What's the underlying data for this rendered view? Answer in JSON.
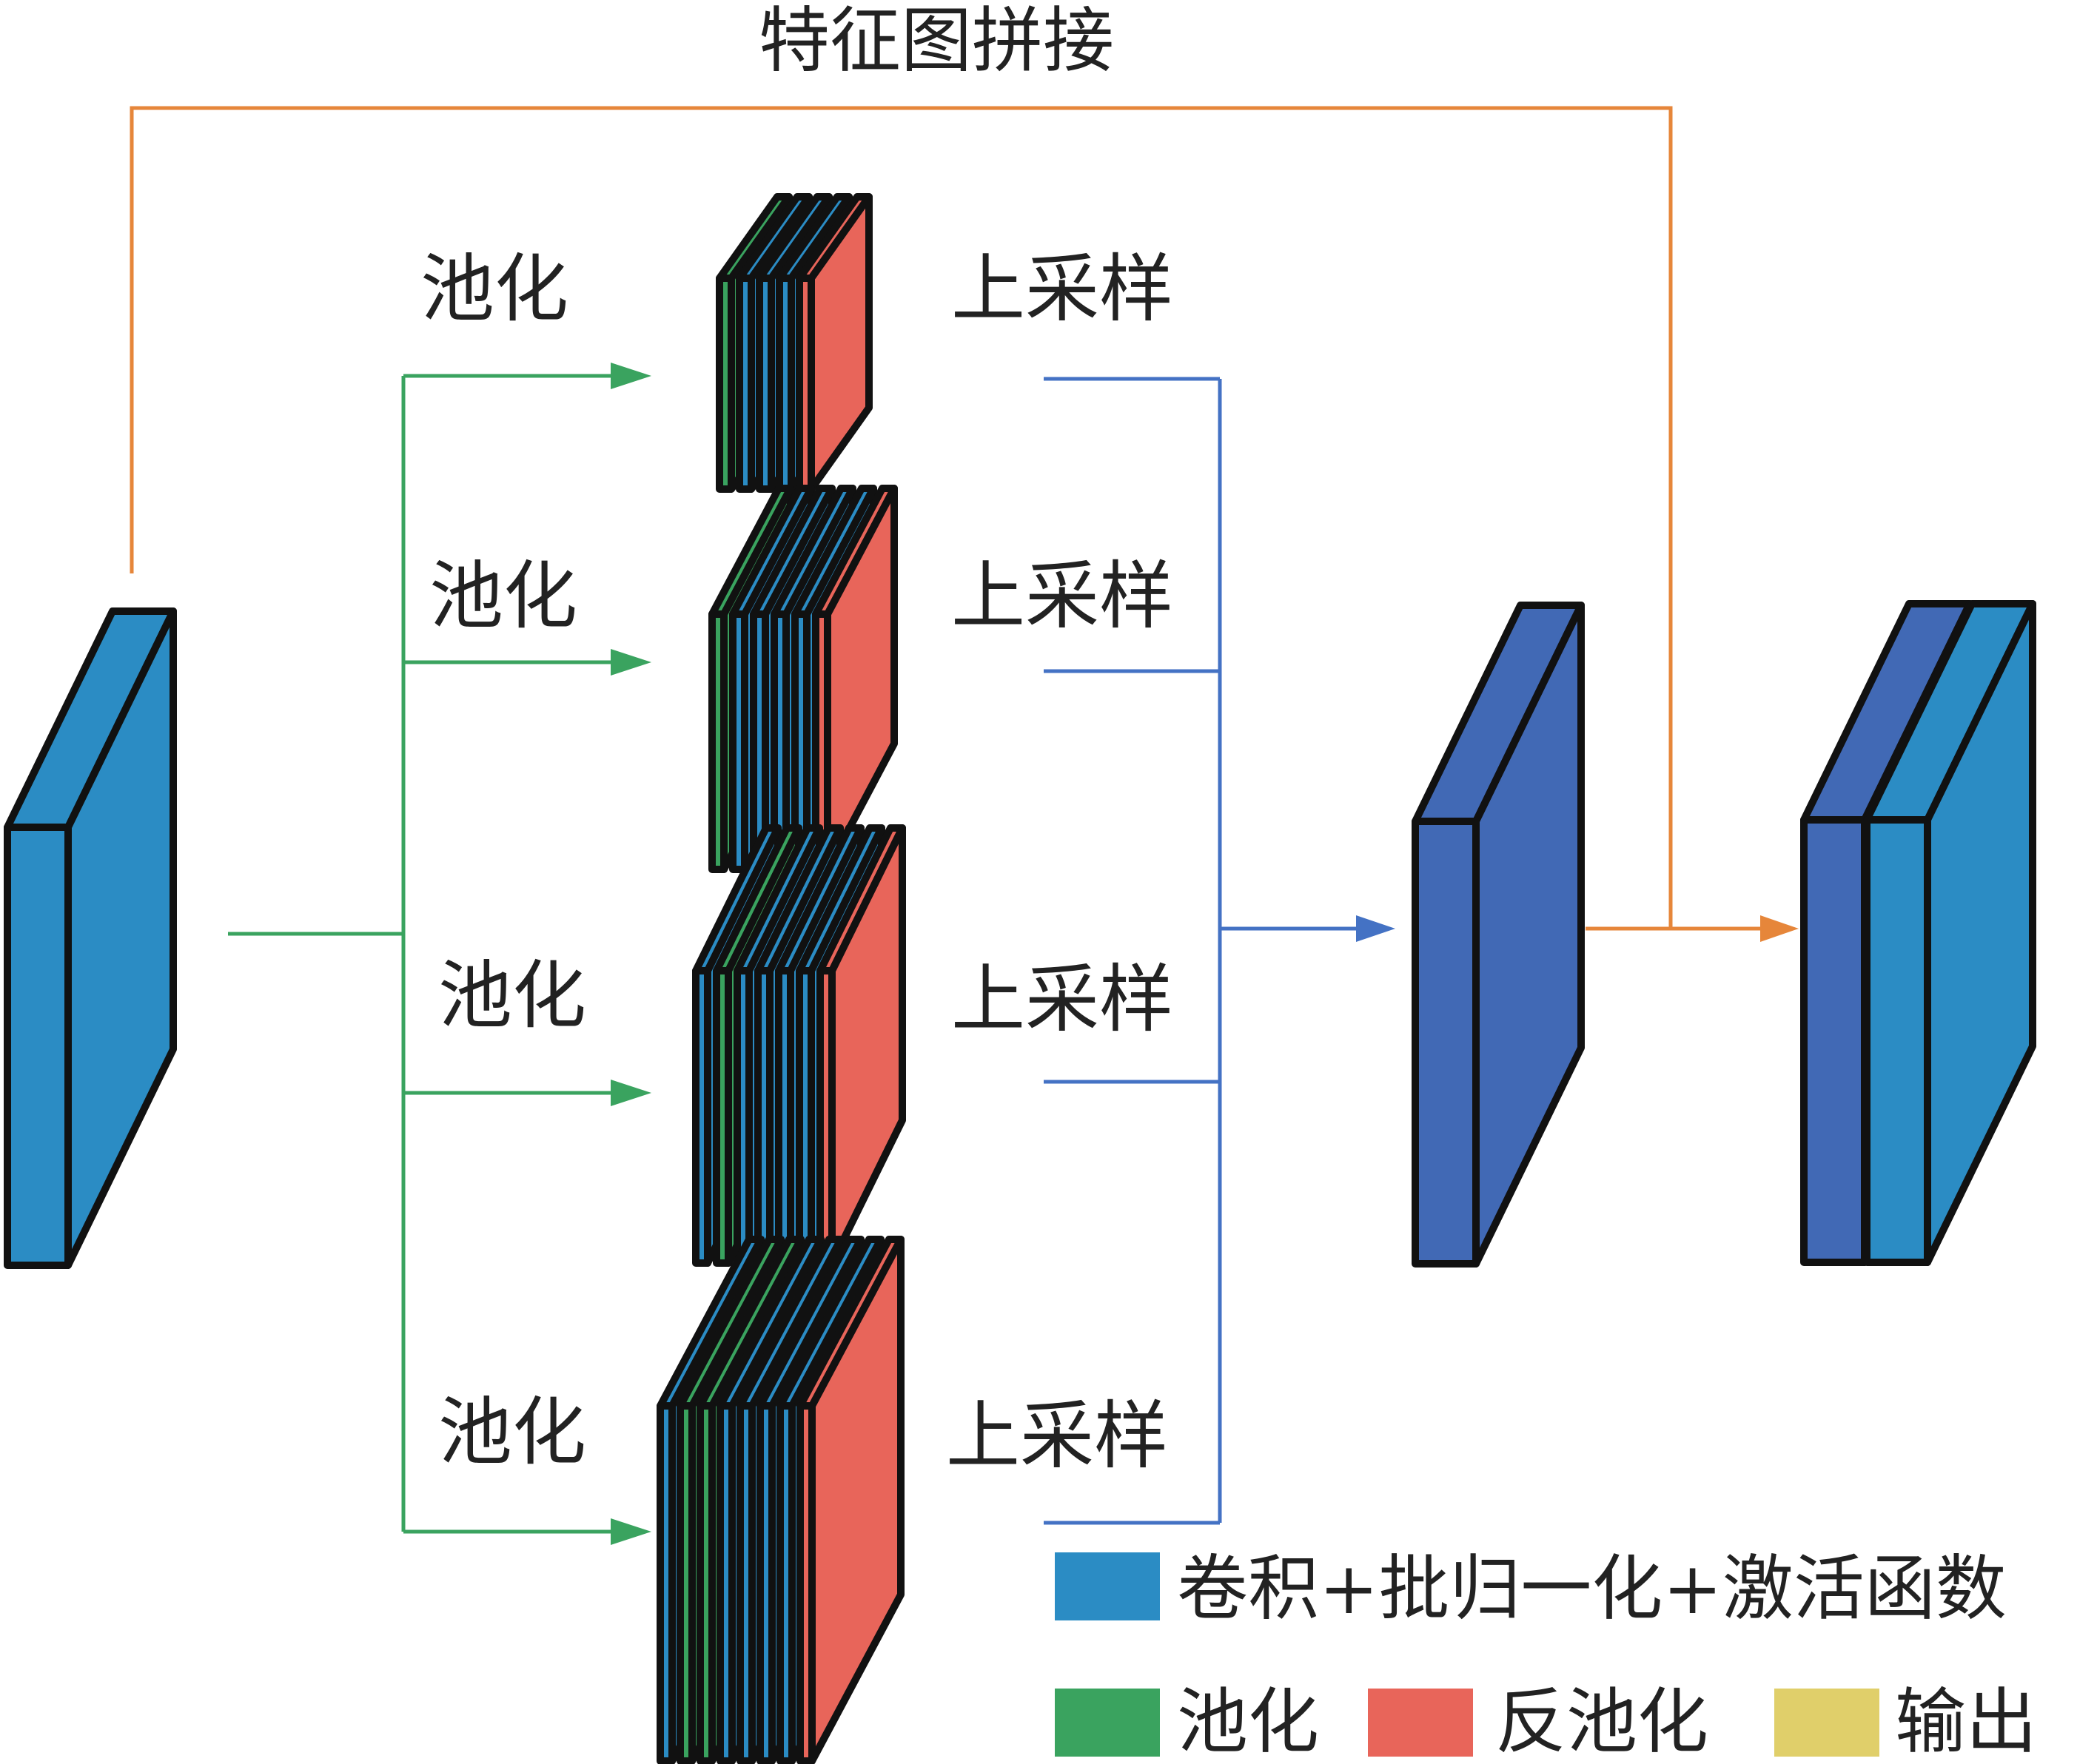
{
  "title": "特征图拼接",
  "branches": [
    {
      "pool_label": "池化",
      "upsample_label": "上采样",
      "layers": [
        "pool",
        "conv",
        "conv",
        "conv",
        "unpool"
      ]
    },
    {
      "pool_label": "池化",
      "upsample_label": "上采样",
      "layers": [
        "pool",
        "conv",
        "conv",
        "conv",
        "conv",
        "unpool"
      ]
    },
    {
      "pool_label": "池化",
      "upsample_label": "上采样",
      "layers": [
        "conv",
        "pool",
        "conv",
        "conv",
        "conv",
        "conv",
        "unpool"
      ]
    },
    {
      "pool_label": "池化",
      "upsample_label": "上采样",
      "layers": [
        "conv",
        "pool",
        "pool",
        "conv",
        "conv",
        "conv",
        "conv",
        "unpool"
      ]
    }
  ],
  "legend": {
    "conv": "卷积+批归一化+激活函数",
    "pool": "池化",
    "unpool": "反池化",
    "output": "输出"
  },
  "colors": {
    "conv": "#2b8cc4",
    "pool": "#3aa35f",
    "unpool": "#e8655a",
    "output": "#e0cf6a",
    "merged": "#4169b5",
    "arrow_green": "#3aa35f",
    "arrow_blue": "#4472c4",
    "arrow_orange": "#e6863a",
    "outline": "#111111"
  }
}
